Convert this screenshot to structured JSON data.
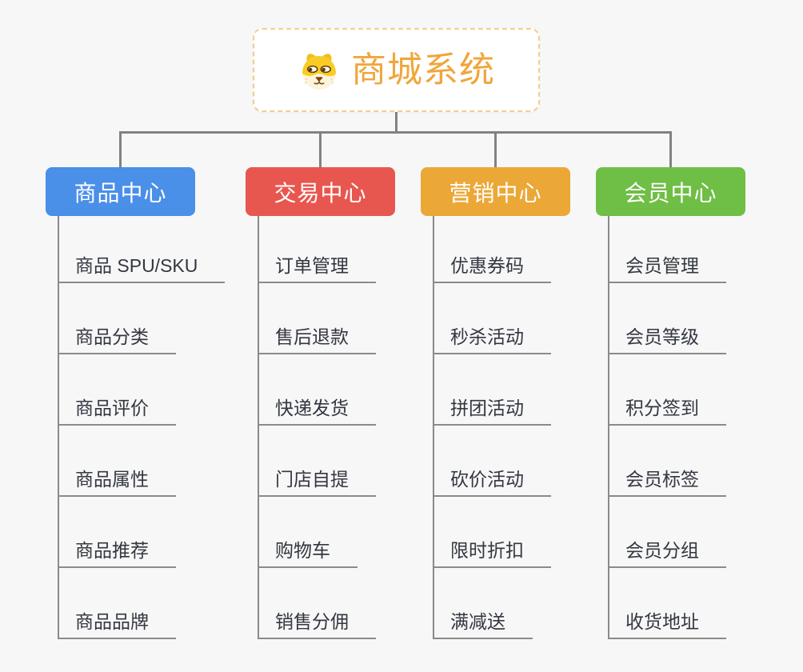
{
  "canvas": {
    "background": "#F7F7F7"
  },
  "root": {
    "title": "商城系统",
    "icon": "dog-face-icon",
    "title_color": "#F0A63B",
    "box_background": "#FFFFFF",
    "box_border_color": "#F5CD8C"
  },
  "connector_color": "#828282",
  "leaf_line_color": "#8A8A8A",
  "leaf_text_color": "#333740",
  "branches": [
    {
      "label": "商品中心",
      "color": "#4A8FE8",
      "children": [
        "商品 SPU/SKU",
        "商品分类",
        "商品评价",
        "商品属性",
        "商品推荐",
        "商品品牌"
      ]
    },
    {
      "label": "交易中心",
      "color": "#E8574F",
      "children": [
        "订单管理",
        "售后退款",
        "快递发货",
        "门店自提",
        "购物车",
        "销售分佣"
      ]
    },
    {
      "label": "营销中心",
      "color": "#EBA837",
      "children": [
        "优惠券码",
        "秒杀活动",
        "拼团活动",
        "砍价活动",
        "限时折扣",
        "满减送"
      ]
    },
    {
      "label": "会员中心",
      "color": "#6FBE45",
      "children": [
        "会员管理",
        "会员等级",
        "积分签到",
        "会员标签",
        "会员分组",
        "收货地址"
      ]
    }
  ]
}
